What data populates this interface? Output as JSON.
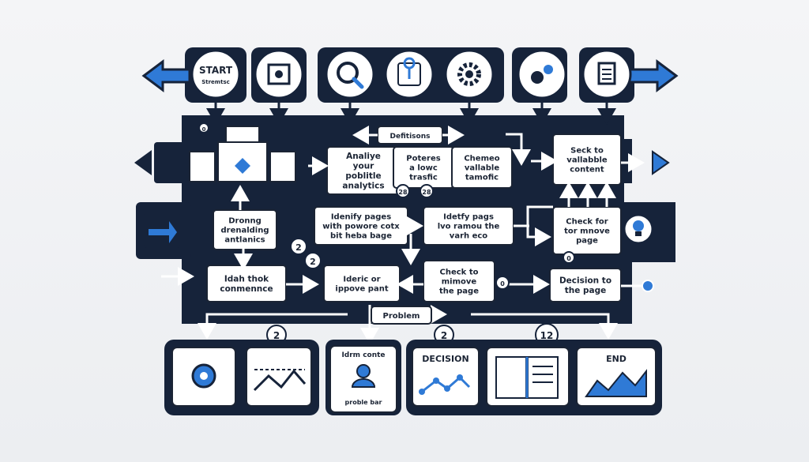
{
  "diagram": {
    "start_label": "START",
    "start_sub": "Stremtsc",
    "end_label": "END",
    "definitions_label": "Defitisons",
    "problem_label": "Problem",
    "decision_label": "DECISION",
    "nodes": {
      "analyze": [
        "Analiye",
        "your",
        "poblitle",
        "analytics"
      ],
      "low_traffic": [
        "Poteres",
        "a lowc",
        "trasfic"
      ],
      "valuable": [
        "Chemeo",
        "vallable",
        "tamofic"
      ],
      "seek": [
        "Seck to",
        "vallabble",
        "content"
      ],
      "droning": [
        "Dronng",
        "drenalding",
        "antlanics"
      ],
      "identify1": [
        "Idenify pages",
        "with powore cotx",
        "bit heba bage"
      ],
      "identify2": [
        "Idetfy pags",
        "lvo ramou the",
        "varh eco"
      ],
      "check_improve": [
        "Check for",
        "tor mnove",
        "page"
      ],
      "idah": [
        "Idah thok",
        "conmennce"
      ],
      "identfic": [
        "Ideric or",
        "ippove pant"
      ],
      "check_move": [
        "Check to",
        "mimove",
        "the page"
      ],
      "decision_page": [
        "Decision to",
        "the page"
      ],
      "problem_box": [
        "Idrm conte",
        "proble bar"
      ]
    },
    "badges": {
      "b1": "2",
      "b2": "2",
      "b3": "2",
      "b4": "2",
      "b5": "12",
      "b6": "28",
      "b7": "28",
      "b8": "0",
      "b9": "0",
      "b10": "0"
    },
    "colors": {
      "dark": "#16233a",
      "blue": "#2f7ad6",
      "white": "#ffffff"
    }
  }
}
